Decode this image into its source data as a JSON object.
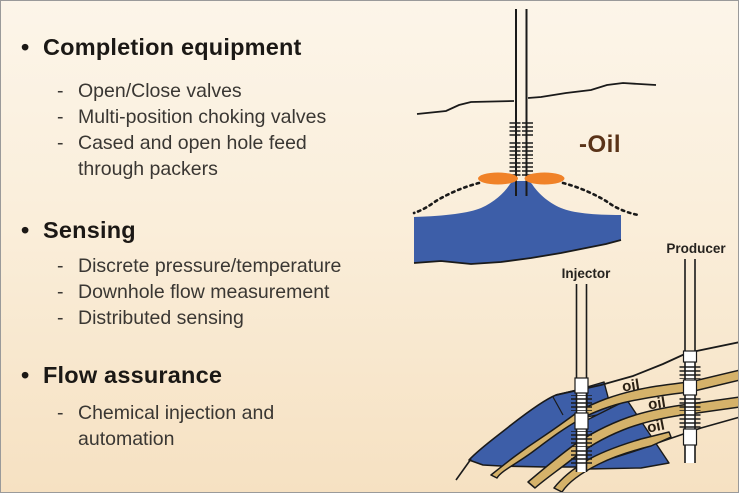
{
  "slide": {
    "background_top": "#FCF5E9",
    "background_bottom": "#F6E1C2",
    "border_color": "#9a9a9a",
    "bullet_marker": "•",
    "item_marker": "-"
  },
  "bullets": {
    "sections": [
      {
        "title": "Completion equipment",
        "items": [
          "Open/Close valves",
          "Multi-position choking valves",
          "Cased and open hole feed through packers"
        ]
      },
      {
        "title": "Sensing",
        "items": [
          "Discrete pressure/temperature",
          "Downhole flow measurement",
          "Distributed sensing"
        ]
      },
      {
        "title": "Flow assurance",
        "items": [
          "Chemical injection and automation"
        ]
      }
    ]
  },
  "diagram_top": {
    "oil_label": "-Oil",
    "colors": {
      "water_blue": "#3D5EA8",
      "packer_orange": "#F08228",
      "oil_label_brown": "#5A3318",
      "line_black": "#1a1a1a"
    }
  },
  "diagram_bottom": {
    "injector_label": "Injector",
    "producer_label": "Producer",
    "oil_layer_labels": [
      "oil",
      "oil",
      "oil"
    ],
    "colors": {
      "water_blue": "#3D5EA8",
      "oil_sand_tan": "#D5B26A",
      "line_black": "#1a1a1a"
    }
  }
}
